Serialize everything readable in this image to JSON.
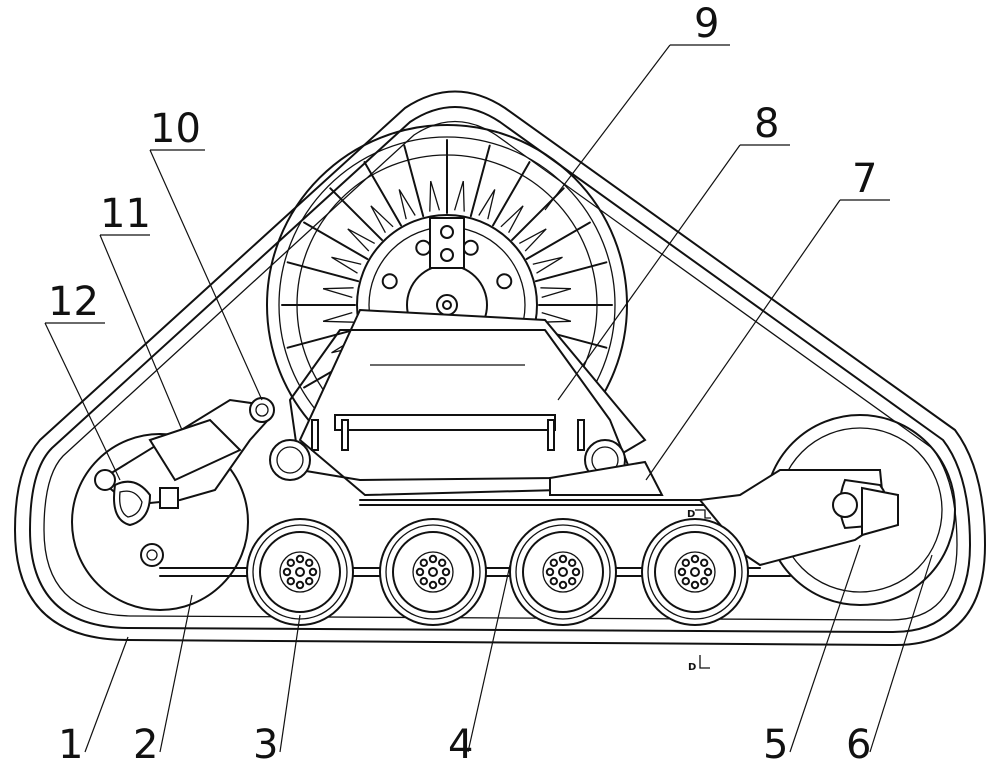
{
  "labels": [
    {
      "id": "1",
      "text": "1"
    },
    {
      "id": "2",
      "text": "2"
    },
    {
      "id": "3",
      "text": "3"
    },
    {
      "id": "4",
      "text": "4"
    },
    {
      "id": "5",
      "text": "5"
    },
    {
      "id": "6",
      "text": "6"
    },
    {
      "id": "7",
      "text": "7"
    },
    {
      "id": "8",
      "text": "8"
    },
    {
      "id": "9",
      "text": "9"
    },
    {
      "id": "10",
      "text": "10"
    },
    {
      "id": "11",
      "text": "11"
    },
    {
      "id": "12",
      "text": "12"
    }
  ],
  "section_marks": {
    "upper": "D",
    "lower": "D"
  }
}
